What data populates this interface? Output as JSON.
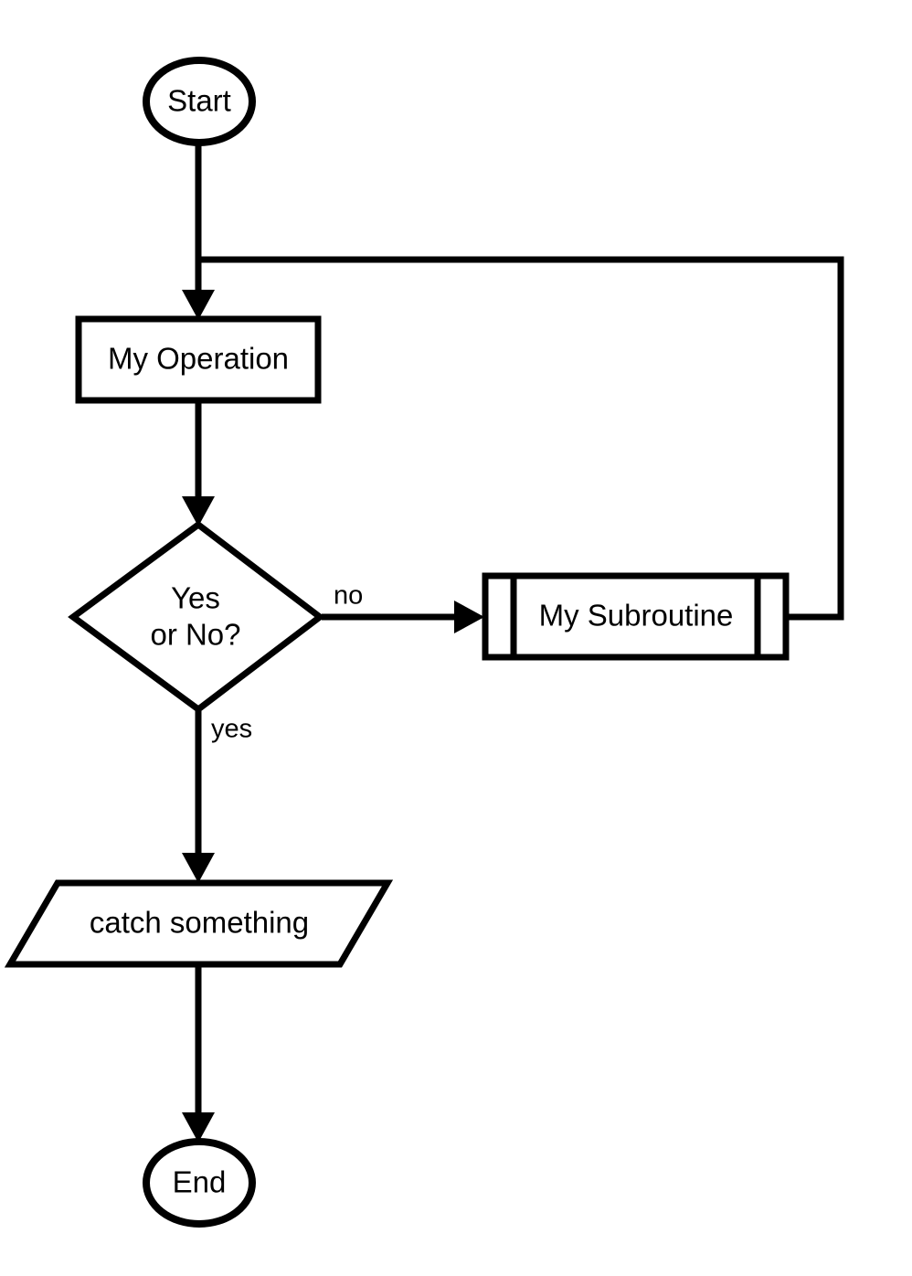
{
  "diagram": {
    "type": "flowchart",
    "title": "",
    "background_color": "#ffffff",
    "stroke_color": "#000000",
    "fill_color": "#ffffff",
    "nodes": [
      {
        "id": "start",
        "shape": "terminator-oval",
        "label": "Start"
      },
      {
        "id": "operation",
        "shape": "process-rectangle",
        "label": "My Operation"
      },
      {
        "id": "decision",
        "shape": "decision-diamond",
        "label_line1": "Yes",
        "label_line2": "or No?"
      },
      {
        "id": "subroutine",
        "shape": "predefined-process",
        "label": "My Subroutine"
      },
      {
        "id": "io",
        "shape": "io-parallelogram",
        "label": "catch something"
      },
      {
        "id": "end",
        "shape": "terminator-oval",
        "label": "End"
      }
    ],
    "edges": [
      {
        "id": "e1",
        "from": "start",
        "to": "operation",
        "label": ""
      },
      {
        "id": "e2",
        "from": "operation",
        "to": "decision",
        "label": ""
      },
      {
        "id": "e3",
        "from": "decision",
        "to": "subroutine",
        "label": "no"
      },
      {
        "id": "e4",
        "from": "decision",
        "to": "io",
        "label": "yes"
      },
      {
        "id": "e5",
        "from": "subroutine",
        "to": "operation",
        "label": ""
      },
      {
        "id": "e6",
        "from": "io",
        "to": "end",
        "label": ""
      }
    ],
    "edge_labels": {
      "no": "no",
      "yes": "yes"
    }
  }
}
